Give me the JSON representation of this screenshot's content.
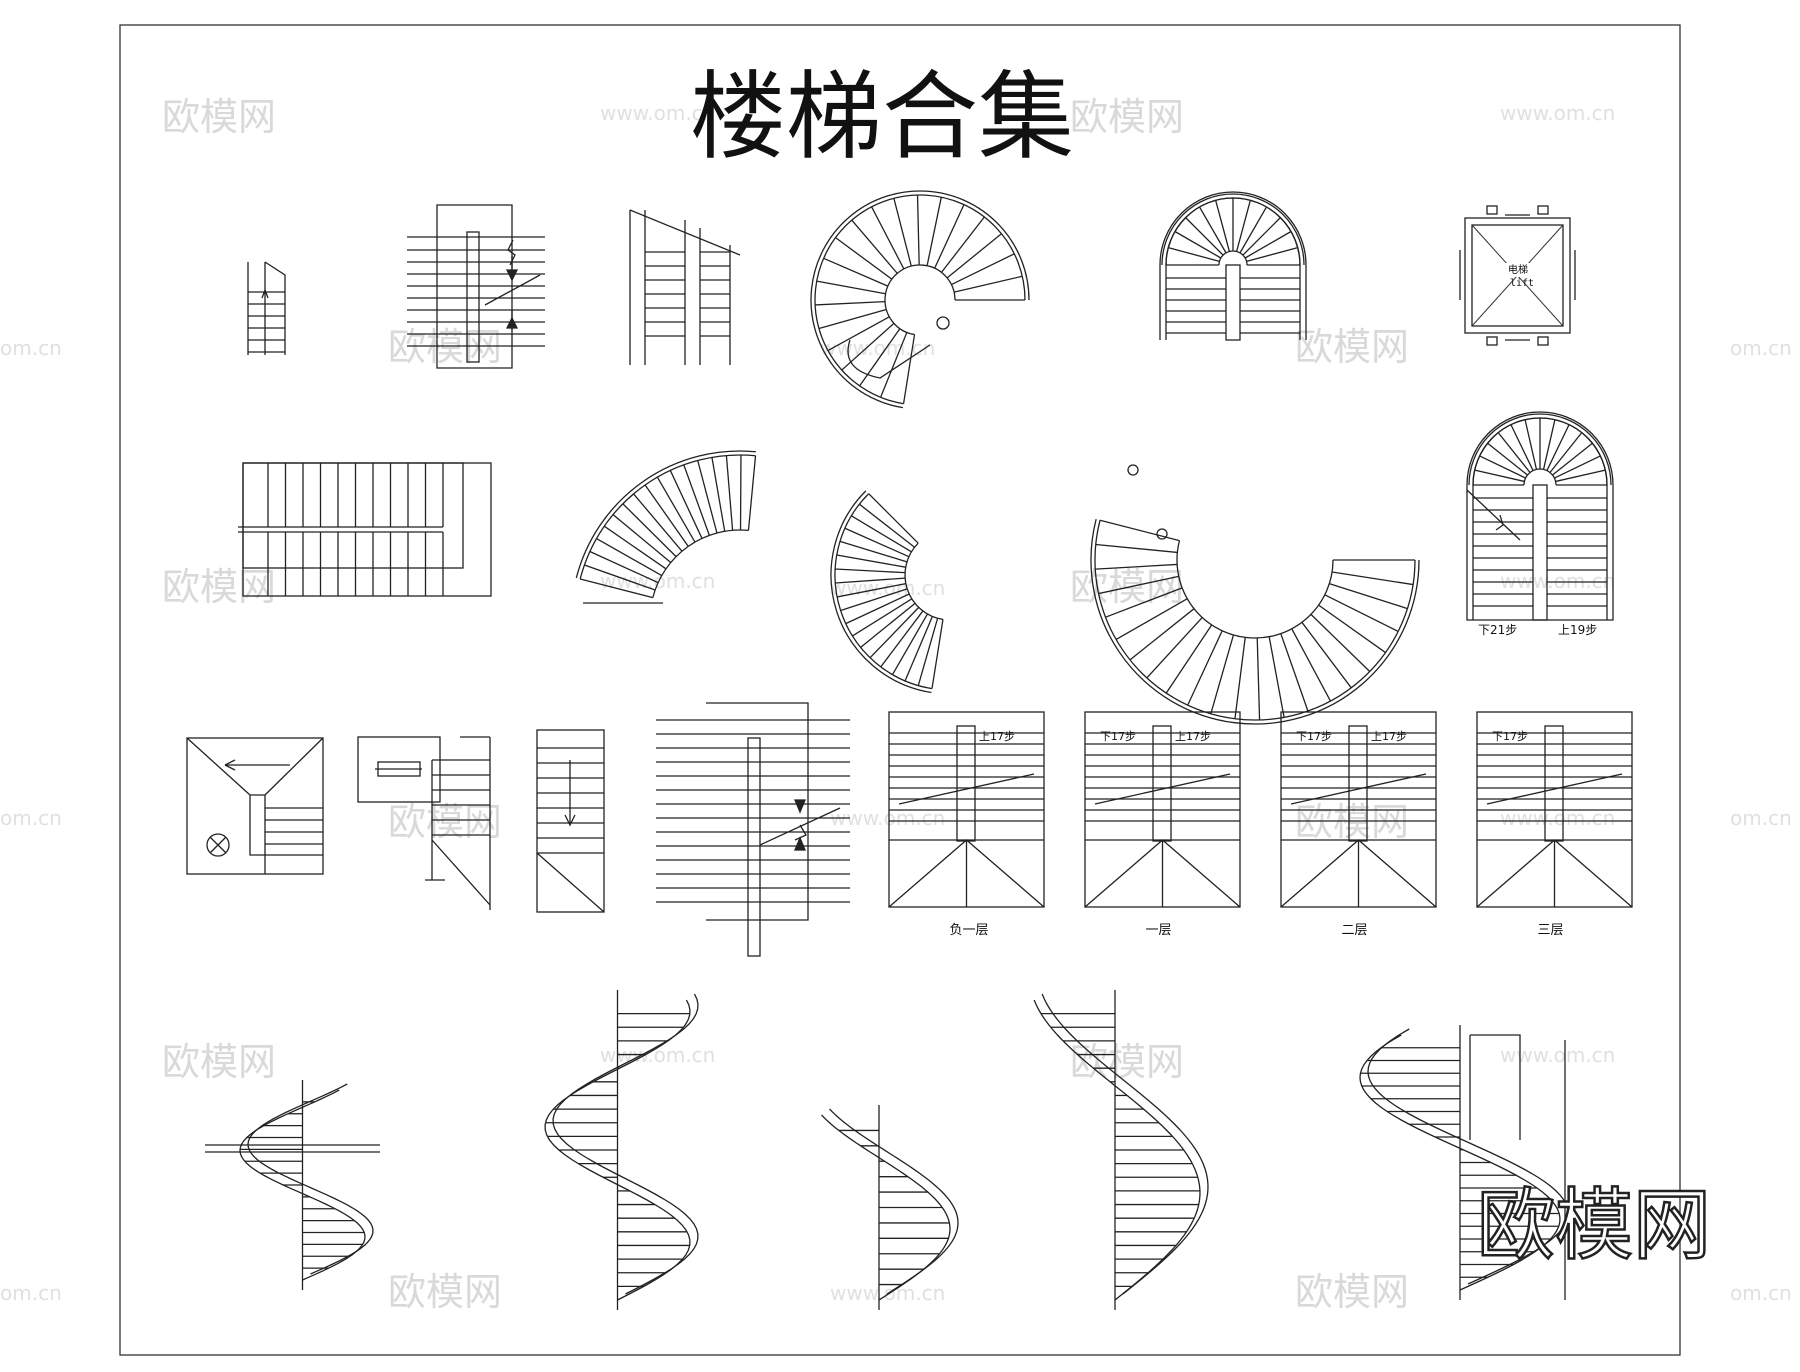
{
  "title": "楼梯合集",
  "watermark": {
    "brand": "欧模网",
    "url": "www.om.cn",
    "url_partial": "om.cn"
  },
  "elevator": {
    "label_cn": "电梯",
    "label_en": "lift"
  },
  "stair_notes": {
    "down": "下21步",
    "up": "上19步"
  },
  "floor_plans": [
    {
      "name": "负一层",
      "note_left": "",
      "note_right": "上17步"
    },
    {
      "name": "一层",
      "note_left": "下17步",
      "note_right": "上17步"
    },
    {
      "name": "二层",
      "note_left": "下17步",
      "note_right": "上17步"
    },
    {
      "name": "三层",
      "note_left": "下17步",
      "note_right": ""
    }
  ],
  "colors": {
    "line": "#222222",
    "watermark": "#d9d9d9",
    "background": "#ffffff"
  }
}
